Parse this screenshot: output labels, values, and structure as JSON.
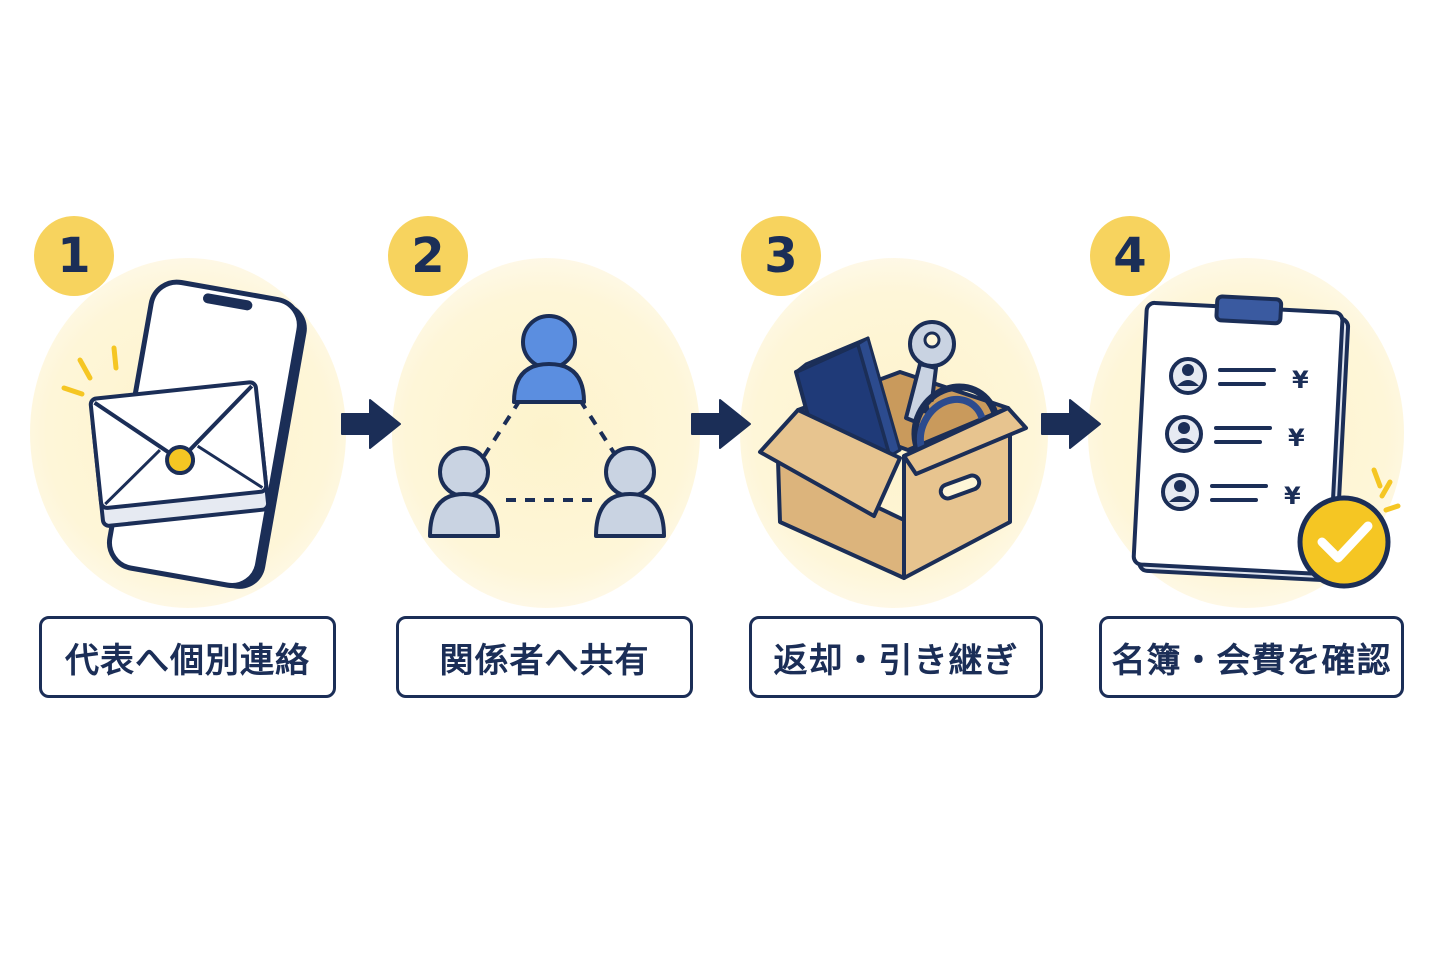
{
  "colors": {
    "navy": "#1b2e57",
    "badge_yellow": "#f7d35e",
    "blob_cream": "#fdf3cc",
    "person_blue": "#5b8ee0",
    "person_grey": "#c9d3e2",
    "box_tan": "#dcb47c",
    "book_navy": "#1f3a78",
    "check_yellow": "#f5c623"
  },
  "steps": [
    {
      "number": "1",
      "label": "代表へ個別連絡",
      "icon": "smartphone-envelope-icon"
    },
    {
      "number": "2",
      "label": "関係者へ共有",
      "icon": "people-network-icon"
    },
    {
      "number": "3",
      "label": "返却・引き継ぎ",
      "icon": "box-with-items-icon"
    },
    {
      "number": "4",
      "label": "名簿・会費を確認",
      "icon": "clipboard-roster-check-icon"
    }
  ],
  "roster": {
    "currency_symbols": [
      "¥",
      "¥",
      "¥"
    ]
  }
}
